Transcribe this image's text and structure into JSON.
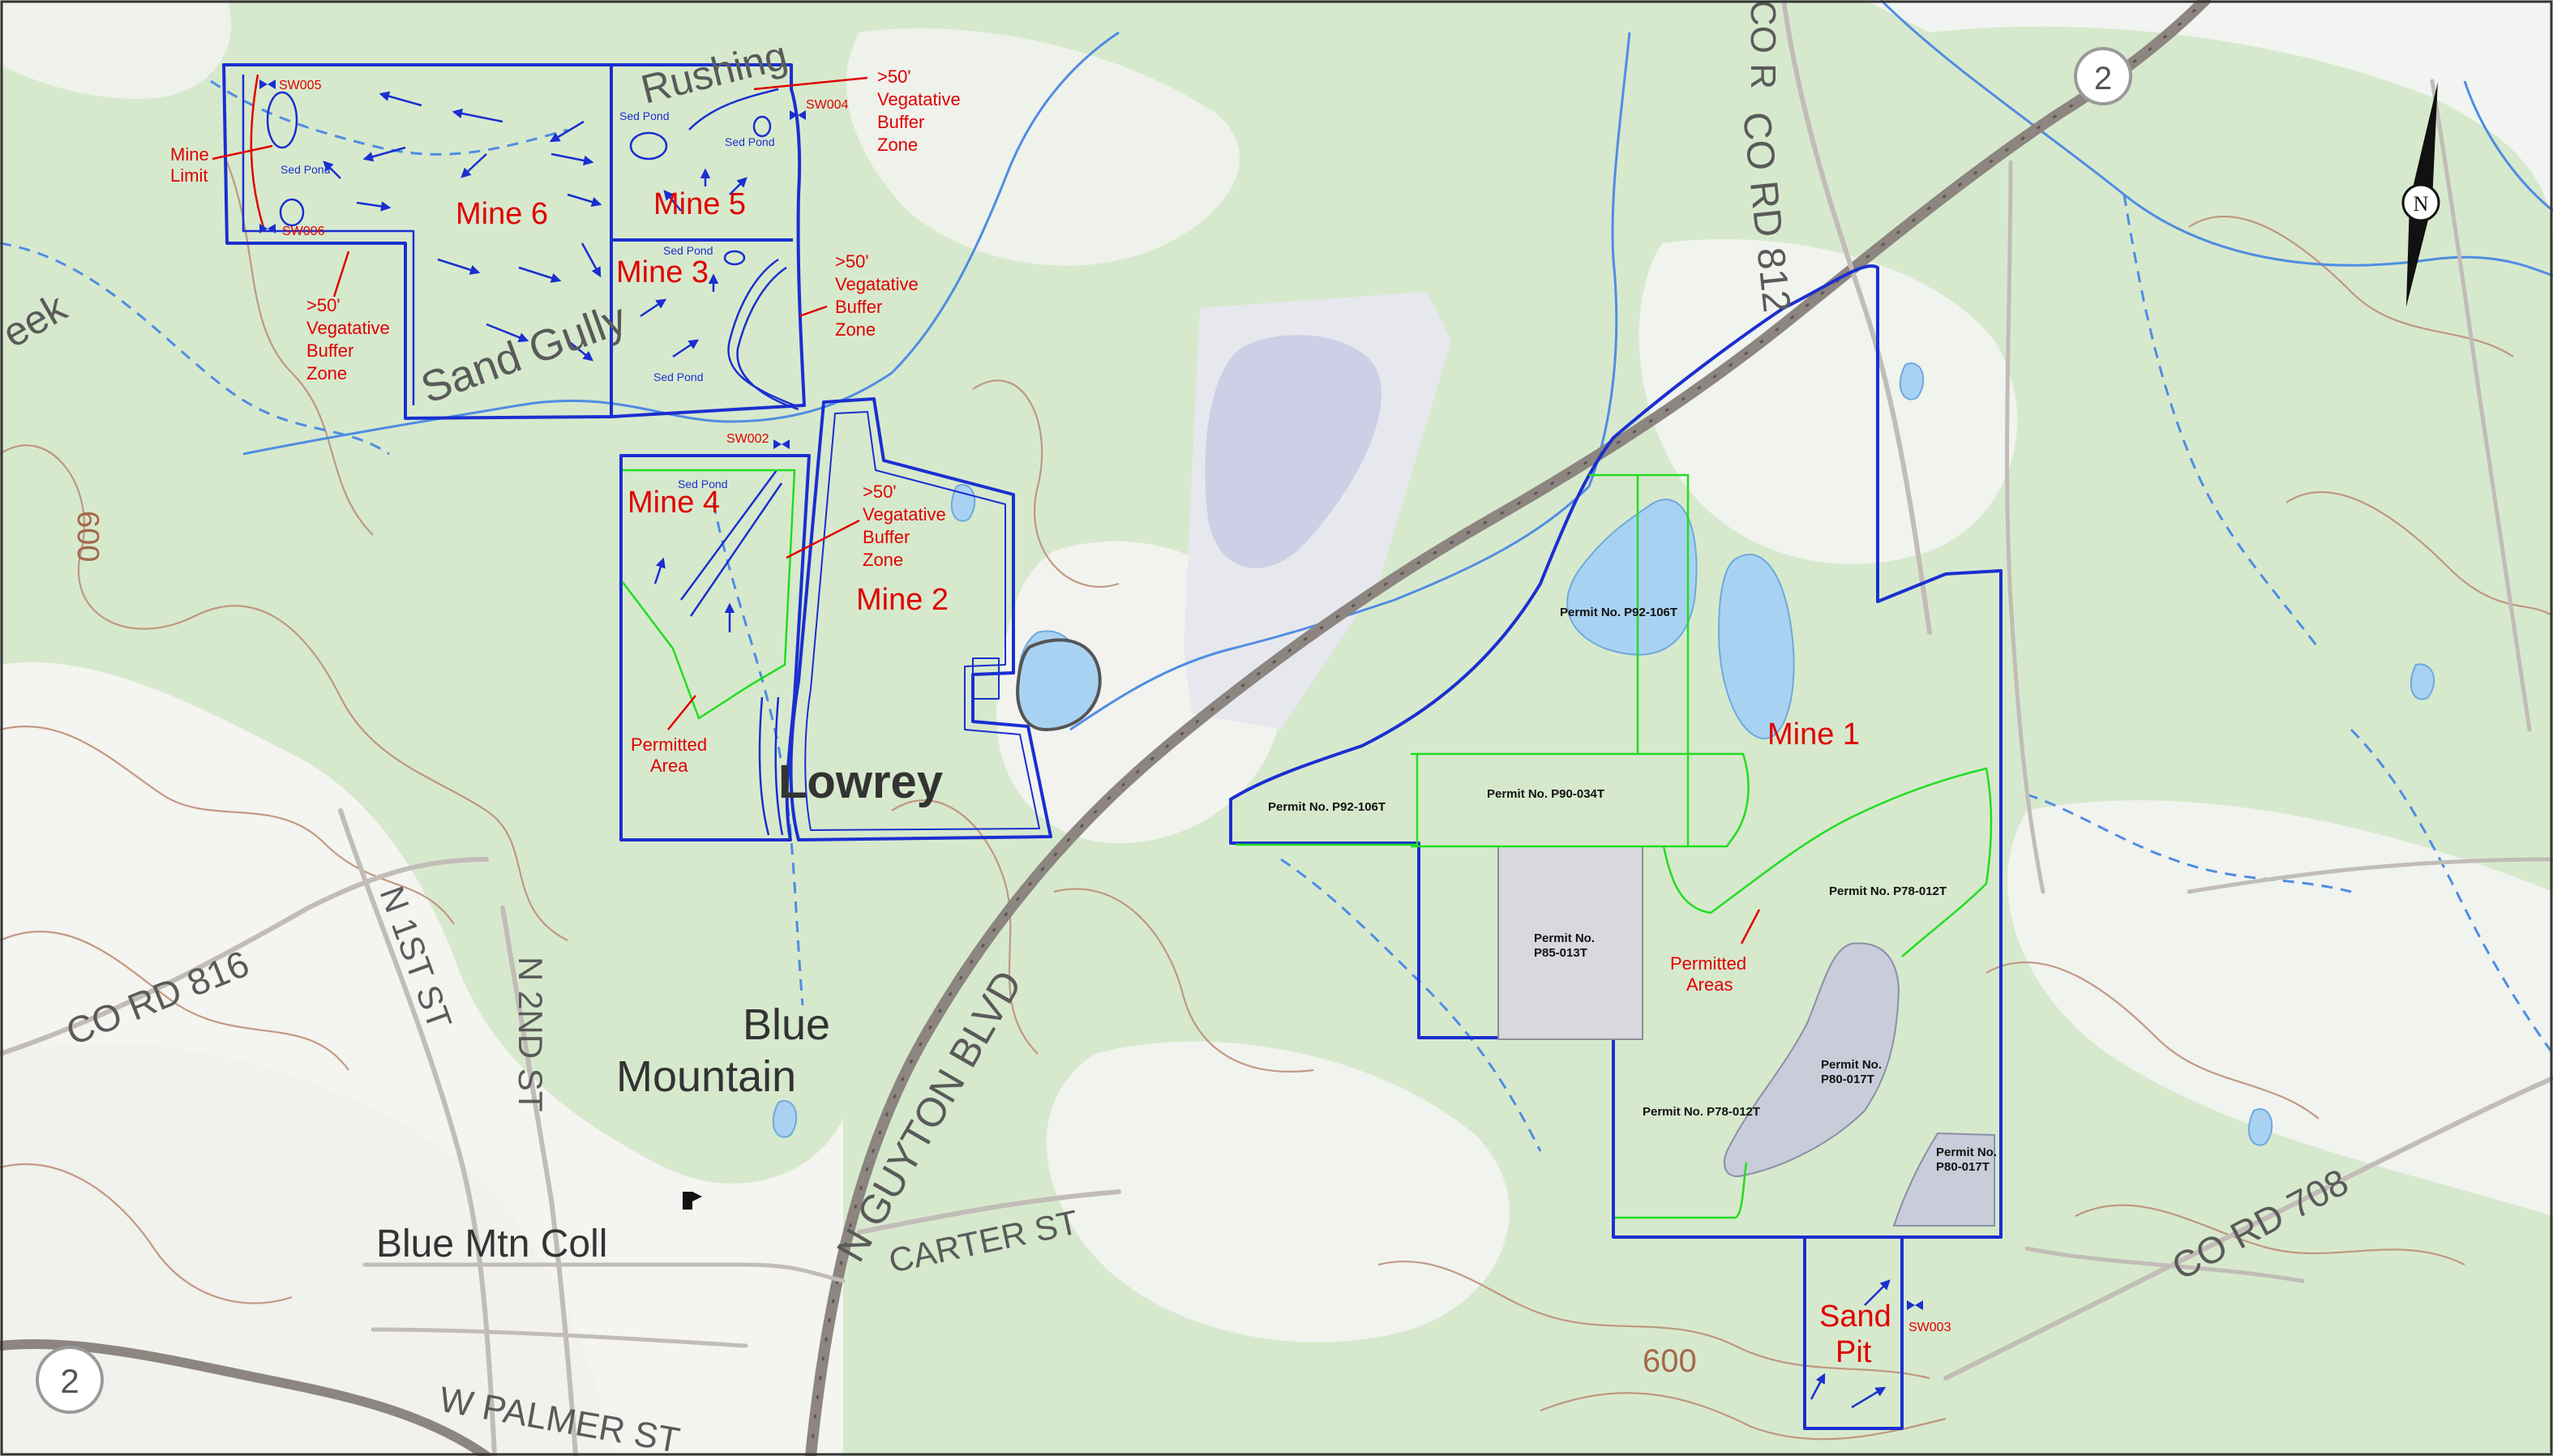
{
  "colors": {
    "boundary": "#1a2fd0",
    "permit_line": "#22dd22",
    "annotation": "#e00000",
    "forest": "#d7e9cd",
    "water": "#a9d2f2",
    "stream": "#4f8de3",
    "road": "#8c8580",
    "highway": "#6d635e",
    "contour": "#b98a72"
  },
  "mines": {
    "mine1": "Mine 1",
    "mine2": "Mine 2",
    "mine3": "Mine 3",
    "mine4": "Mine 4",
    "mine5": "Mine 5",
    "mine6": "Mine 6",
    "sand_pit_line1": "Sand",
    "sand_pit_line2": "Pit"
  },
  "annotations": {
    "mine_limit_1": "Mine",
    "mine_limit_2": "Limit",
    "buffer_1": ">50'",
    "buffer_2": "Vegatative",
    "buffer_3": "Buffer",
    "buffer_4": "Zone",
    "permitted_area_1": "Permitted",
    "permitted_area_2": "Area",
    "permitted_areas_2": "Areas"
  },
  "outfalls": {
    "sw002": "SW002",
    "sw003": "SW003",
    "sw004": "SW004",
    "sw005": "SW005",
    "sw006": "SW006"
  },
  "ponds": {
    "sed_pond": "Sed Pond"
  },
  "permits": {
    "p92_106t": "Permit No. P92-106T",
    "p90_034t": "Permit No. P90-034T",
    "p78_012t": "Permit No. P78-012T",
    "p85_label": "Permit No.",
    "p85_num": "P85-013T",
    "p80_label": "Permit No.",
    "p80_num": "P80-017T",
    "p80_b": "Permit No."
  },
  "roads": {
    "co_rd_812": "CO RD 812",
    "co_rd_816": "CO RD 816",
    "co_rd_708": "CO RD 708",
    "n_1st_st": "N 1ST ST",
    "n_2nd_st": "N 2ND ST",
    "n_guyton_blvd": "N GUYTON BLVD",
    "carter_st": "CARTER ST",
    "w_palmer_st": "W PALMER ST",
    "co_rd_cut": "CO R",
    "hwy_shield": "2"
  },
  "places": {
    "blue_mountain_1": "Blue",
    "blue_mountain_2": "Mountain",
    "blue_mtn_coll": "Blue Mtn Coll",
    "lowrey": "Lowrey",
    "sand_gully": "Sand Gully",
    "rushing": "Rushing",
    "creek_cut": "eek"
  },
  "contours": {
    "c600_a": "600",
    "c600_b": "600"
  },
  "north_arrow": {
    "letter": "N"
  },
  "icons": [
    "north-arrow-icon",
    "outfall-icon",
    "highway-shield-icon",
    "pond-marker-icon"
  ]
}
